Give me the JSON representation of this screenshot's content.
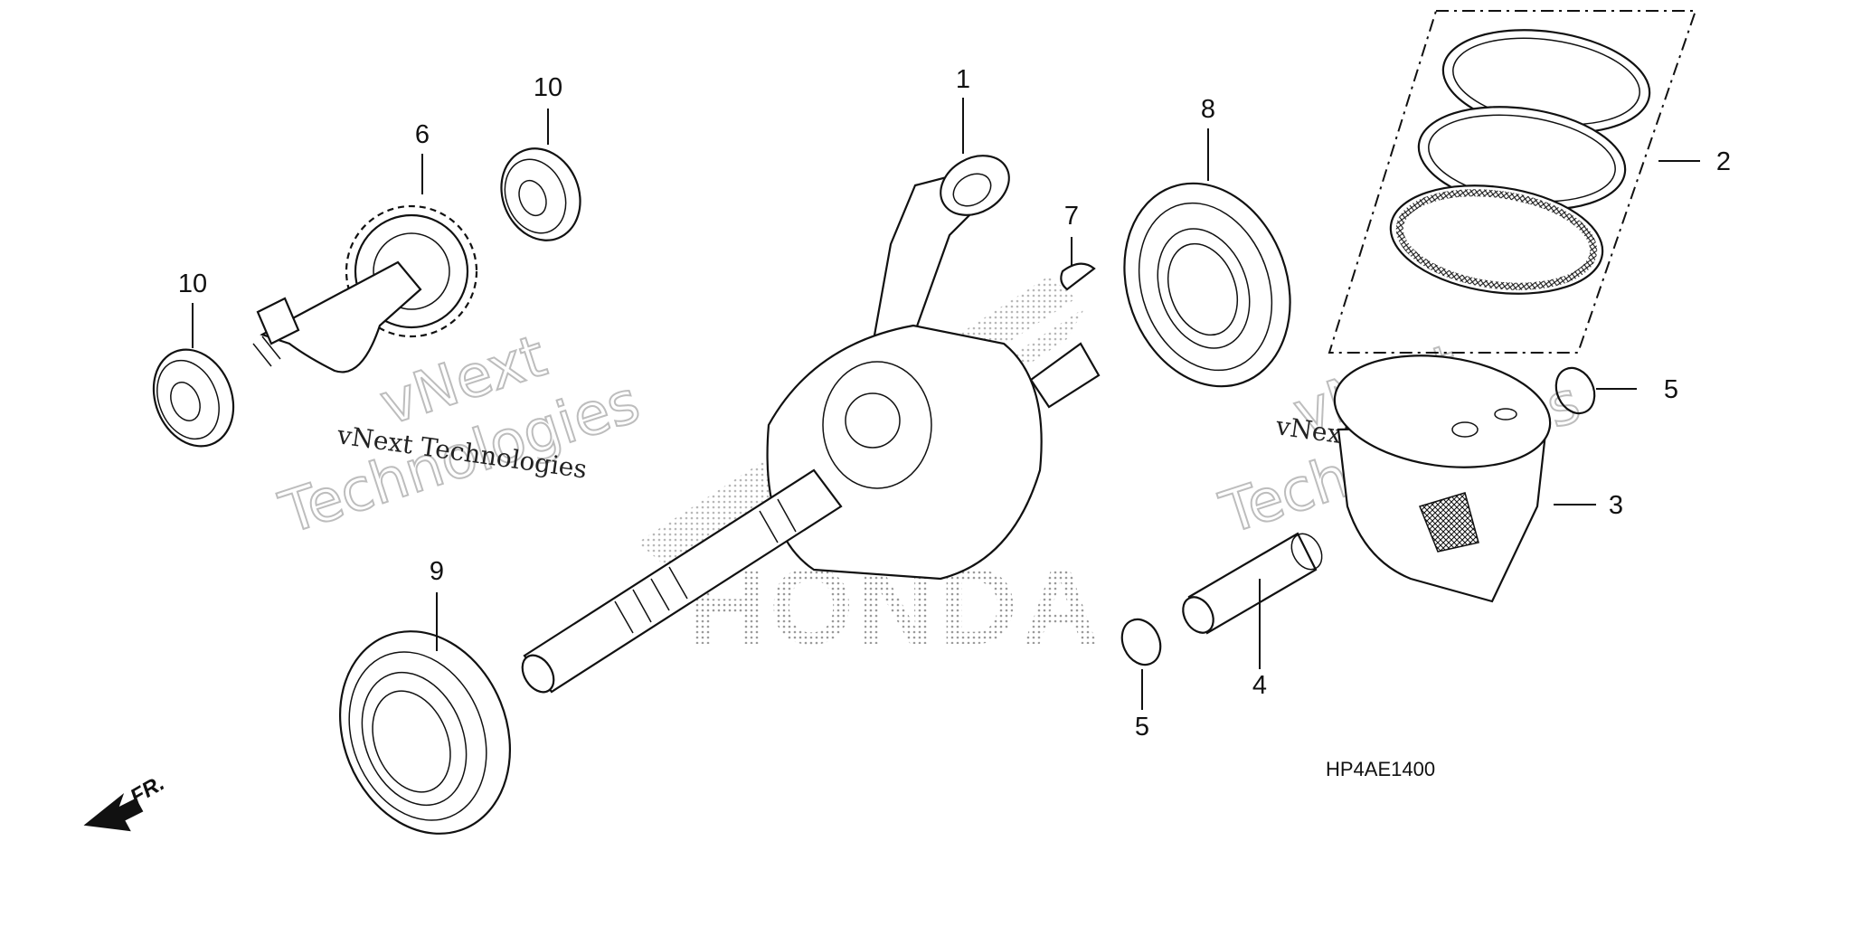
{
  "diagram": {
    "callouts": [
      {
        "id": "1",
        "label": "1"
      },
      {
        "id": "2",
        "label": "2"
      },
      {
        "id": "3",
        "label": "3"
      },
      {
        "id": "4",
        "label": "4"
      },
      {
        "id": "5a",
        "label": "5"
      },
      {
        "id": "5b",
        "label": "5"
      },
      {
        "id": "6",
        "label": "6"
      },
      {
        "id": "7",
        "label": "7"
      },
      {
        "id": "8",
        "label": "8"
      },
      {
        "id": "9",
        "label": "9"
      },
      {
        "id": "10a",
        "label": "10"
      },
      {
        "id": "10b",
        "label": "10"
      }
    ],
    "diagram_code": "HP4AE1400",
    "front_marker": "FR.",
    "brand_watermark": "HONDA",
    "watermark": {
      "line_small": "vNext Technologies",
      "line_big_1": "vNext",
      "line_big_2": "Technologies"
    }
  }
}
